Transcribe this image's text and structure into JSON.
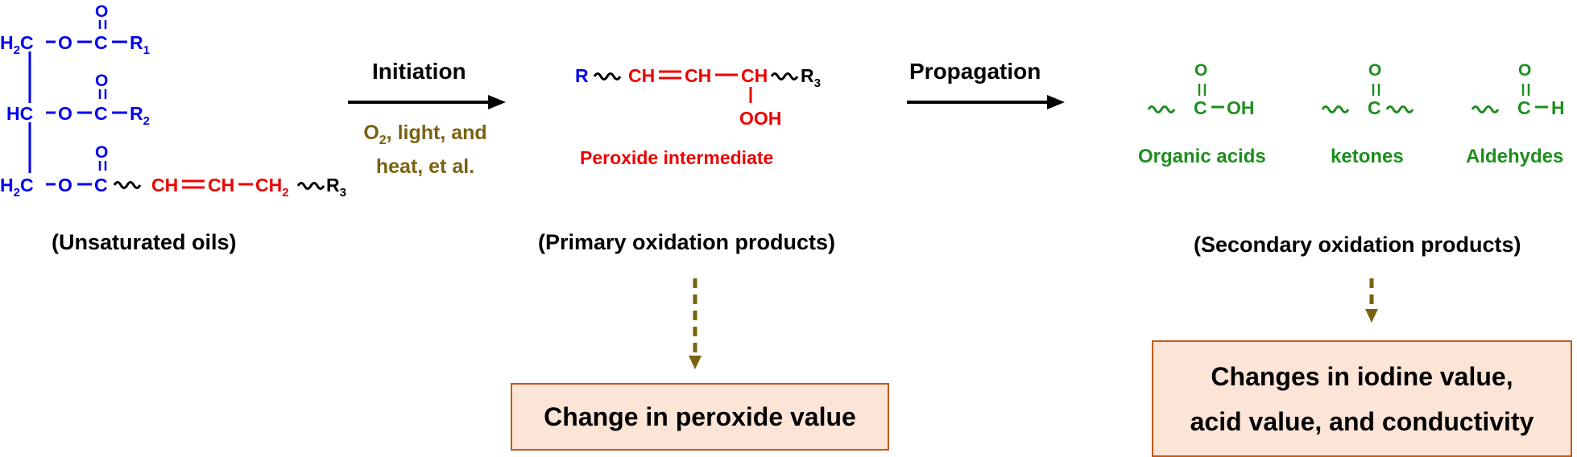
{
  "steps": {
    "initiation": "Initiation",
    "propagation": "Propagation"
  },
  "conditions": {
    "line1_o": "O",
    "line1_sub": "2",
    "line1_rest": ", light, and",
    "line2": "heat, et al."
  },
  "triglyceride": {
    "h2c_top": "H",
    "h2c_top_sub": "2",
    "h2c_top_c": "C",
    "hc_mid": "HC",
    "h2c_bot": "H",
    "h2c_bot_sub": "2",
    "h2c_bot_c": "C",
    "o": "O",
    "c": "C",
    "r1": "R",
    "r1_sub": "1",
    "r2": "R",
    "r2_sub": "2",
    "chain_ch1": "CH",
    "chain_ch2": "CH",
    "chain_ch2b": "CH",
    "chain_ch2b_sub": "2",
    "r3": "R",
    "r3_sub": "3"
  },
  "peroxide": {
    "r": "R",
    "ch1": "CH",
    "ch2": "CH",
    "ch3": "CH",
    "r3": "R",
    "r3_sub": "3",
    "ooh": "OOH",
    "label": "Peroxide intermediate"
  },
  "secondary": {
    "o": "O",
    "c": "C",
    "oh": "OH",
    "h": "H",
    "acids_label": "Organic acids",
    "ketones_label": "ketones",
    "aldehydes_label": "Aldehydes"
  },
  "captions": {
    "unsaturated": "(Unsaturated oils)",
    "primary": "(Primary oxidation products)",
    "secondary": "(Secondary oxidation products)"
  },
  "boxes": {
    "peroxide_value": "Change in peroxide value",
    "secondary_line1": "Changes in iodine value,",
    "secondary_line2": "acid value, and conductivity"
  },
  "colors": {
    "blue": "#0000ee",
    "red": "#ee0000",
    "green": "#1e8e1e",
    "olive": "#7a6210",
    "box_fill": "#fce4d6",
    "box_border": "#c05a1a"
  }
}
